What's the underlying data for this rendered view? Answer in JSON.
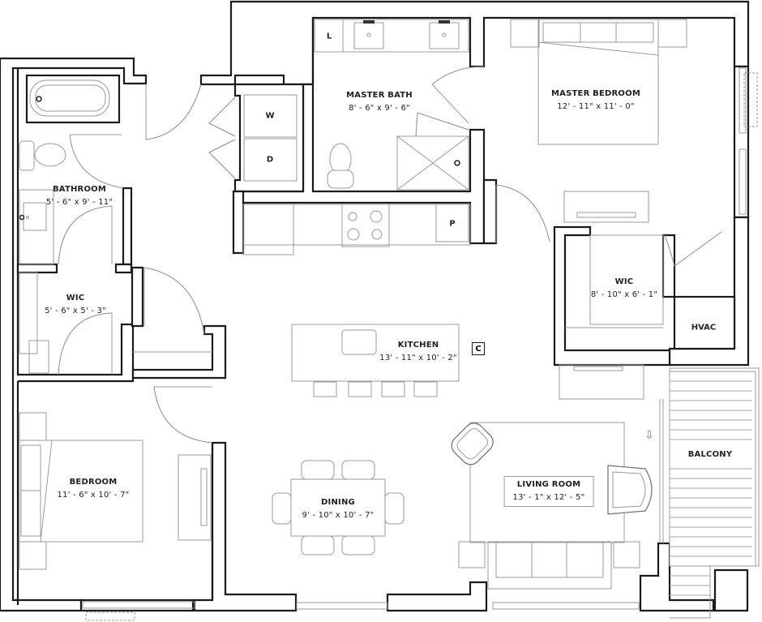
{
  "floor_plan": {
    "rooms": [
      {
        "id": "master_bath",
        "name": "MASTER BATH",
        "dimensions": "8' - 6\" x 9' - 6\""
      },
      {
        "id": "master_bedroom",
        "name": "MASTER BEDROOM",
        "dimensions": "12' - 11\" x 11' - 0\""
      },
      {
        "id": "bathroom",
        "name": "BATHROOM",
        "dimensions": "5' - 6\" x 9' - 11\""
      },
      {
        "id": "wic_small",
        "name": "WIC",
        "dimensions": "5' - 6\" x 5' - 3\""
      },
      {
        "id": "wic_master",
        "name": "WIC",
        "dimensions": "8' - 10\" x 6' - 1\""
      },
      {
        "id": "kitchen",
        "name": "KITCHEN",
        "dimensions": "13' - 11\" x 10' - 2\""
      },
      {
        "id": "bedroom",
        "name": "BEDROOM",
        "dimensions": "11' - 6\" x 10' - 7\""
      },
      {
        "id": "dining",
        "name": "DINING",
        "dimensions": "9' - 10\" x 10' - 7\""
      },
      {
        "id": "living_room",
        "name": "LIVING ROOM",
        "dimensions": "13' - 1\" x 12' - 5\""
      },
      {
        "id": "balcony",
        "name": "BALCONY",
        "dimensions": ""
      }
    ],
    "fixture_tags": {
      "washer": "W",
      "dryer": "D",
      "linen": "L",
      "pantry": "P",
      "coat_closet": "C",
      "hvac": "HVAC"
    },
    "icons": {
      "slider_direction": "⇩"
    },
    "colors": {
      "wall_stroke": "#1a1a1a",
      "fixture_stroke": "#9a9a9a",
      "background": "#ffffff",
      "label_text": "#1f1f1f"
    }
  }
}
